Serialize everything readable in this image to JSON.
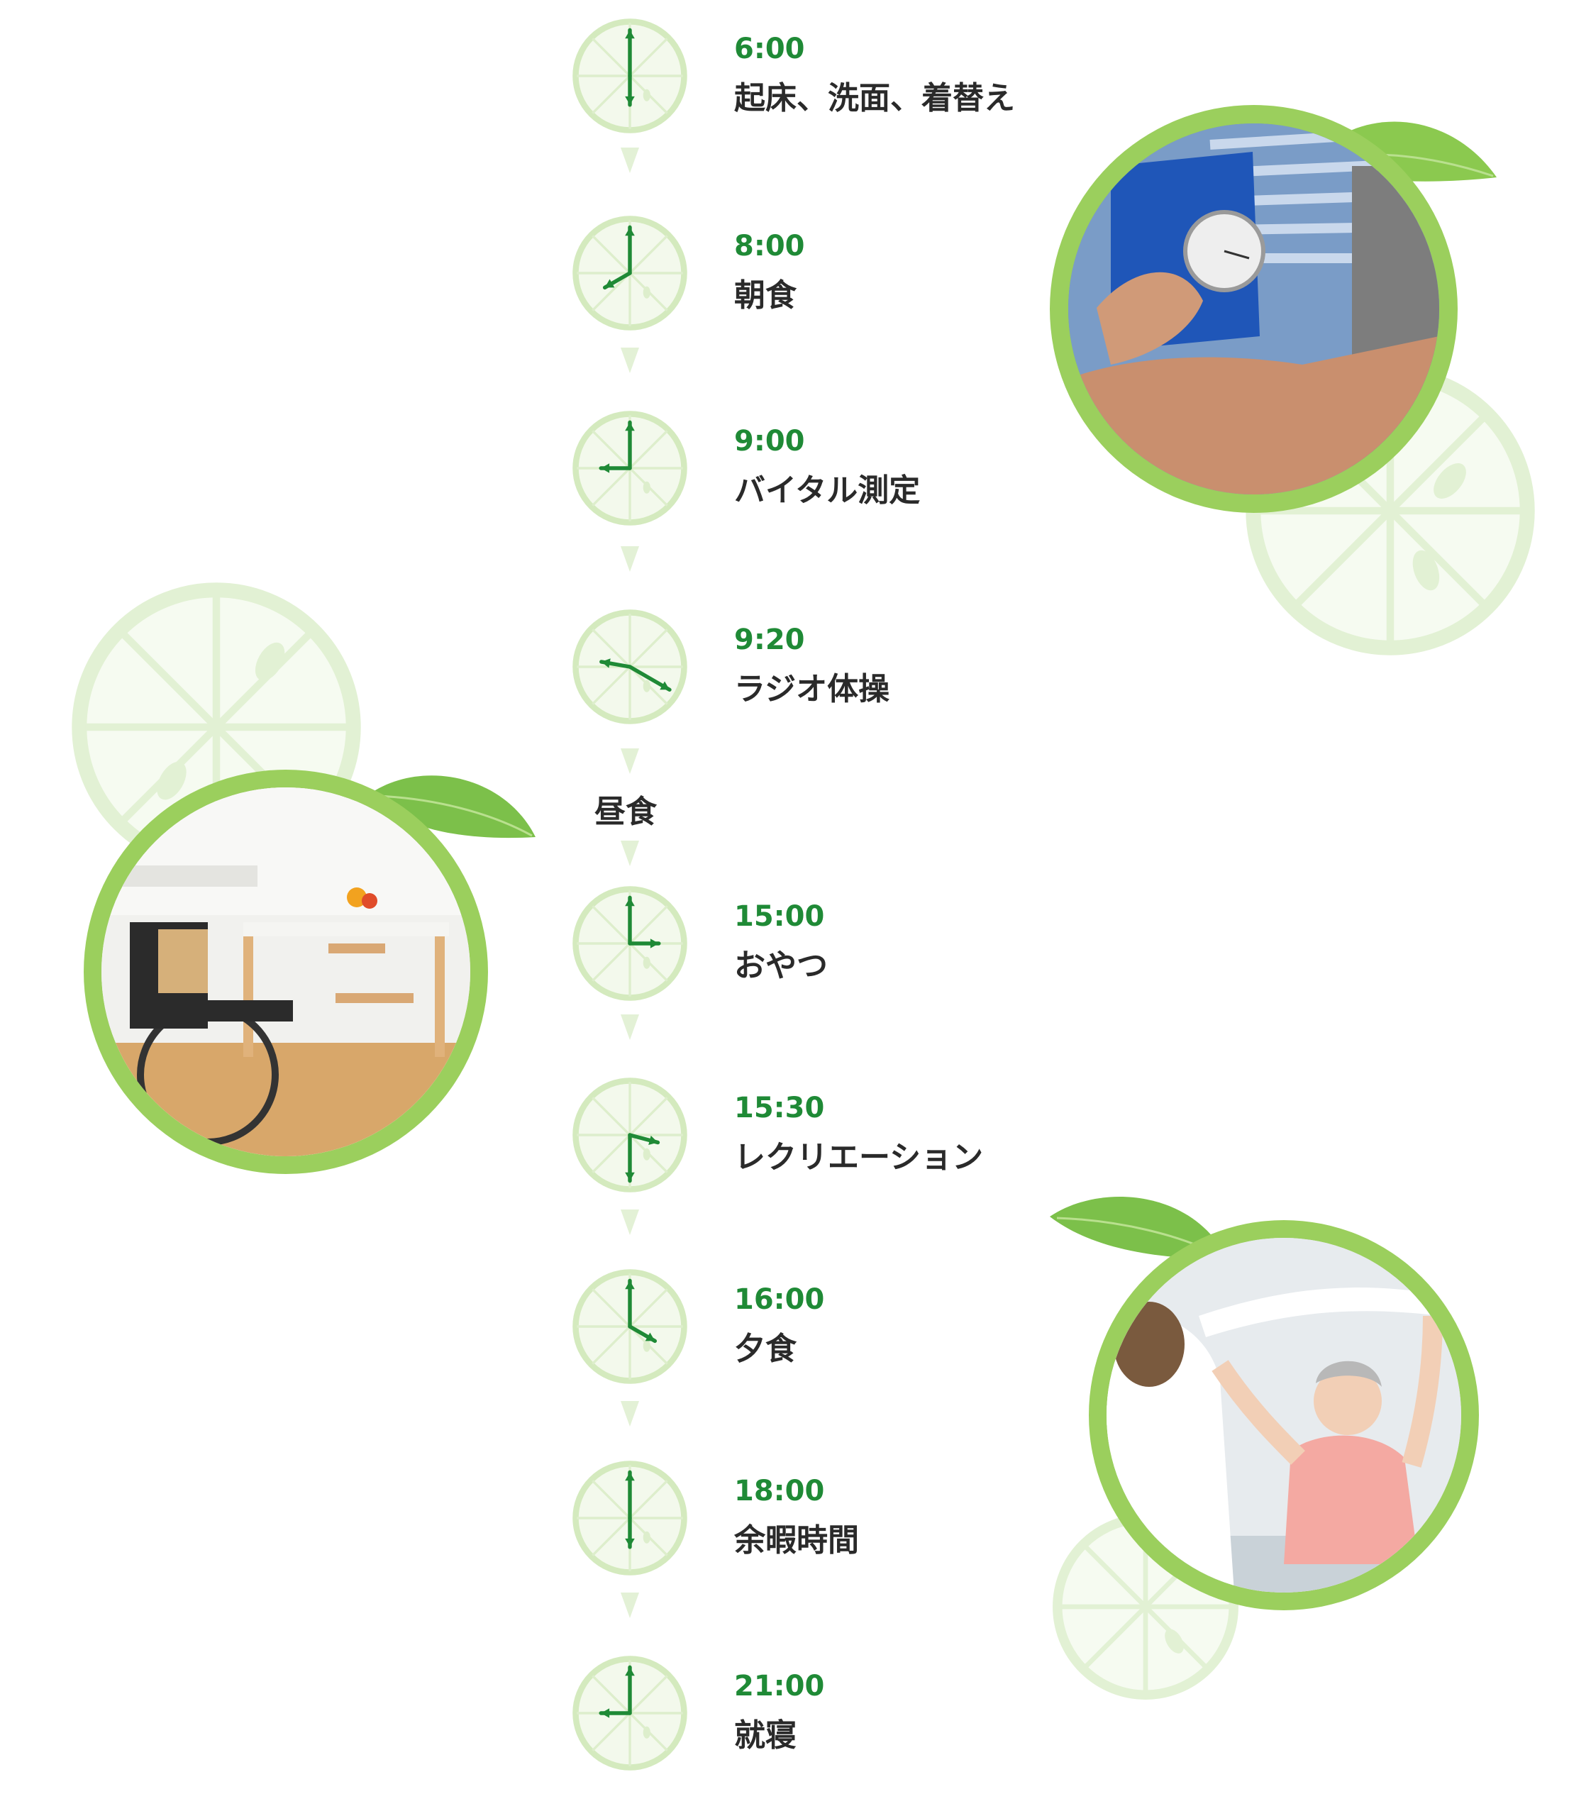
{
  "colors": {
    "accent_green": "#1f8a36",
    "light_green": "#7cc04a",
    "pale_green": "#dcefc7",
    "text_dark": "#2a2a2a"
  },
  "schedule": [
    {
      "time": "6:00",
      "activity": "起床、洗面、着替え",
      "hour": 6,
      "minute": 0
    },
    {
      "time": "8:00",
      "activity": "朝食",
      "hour": 8,
      "minute": 0
    },
    {
      "time": "9:00",
      "activity": "バイタル測定",
      "hour": 9,
      "minute": 0
    },
    {
      "time": "9:20",
      "activity": "ラジオ体操",
      "hour": 9,
      "minute": 20
    },
    {
      "time": "15:00",
      "activity": "おやつ",
      "hour": 15,
      "minute": 0
    },
    {
      "time": "15:30",
      "activity": "レクリエーション",
      "hour": 15,
      "minute": 30
    },
    {
      "time": "16:00",
      "activity": "夕食",
      "hour": 16,
      "minute": 0
    },
    {
      "time": "18:00",
      "activity": "余暇時間",
      "hour": 18,
      "minute": 0
    },
    {
      "time": "21:00",
      "activity": "就寝",
      "hour": 21,
      "minute": 0
    }
  ],
  "lunch_label": "昼食",
  "icons": {
    "clock": "clock-icon",
    "connector": "triangle-down-icon",
    "lime_slice": "lime-slice-icon",
    "leaf": "leaf-icon"
  },
  "photos": [
    {
      "name": "photo-blood-pressure",
      "subject": "blood pressure measurement"
    },
    {
      "name": "photo-wheelchair-dining",
      "subject": "wheelchair in dining room"
    },
    {
      "name": "photo-recreation",
      "subject": "senior exercising with towel"
    }
  ]
}
